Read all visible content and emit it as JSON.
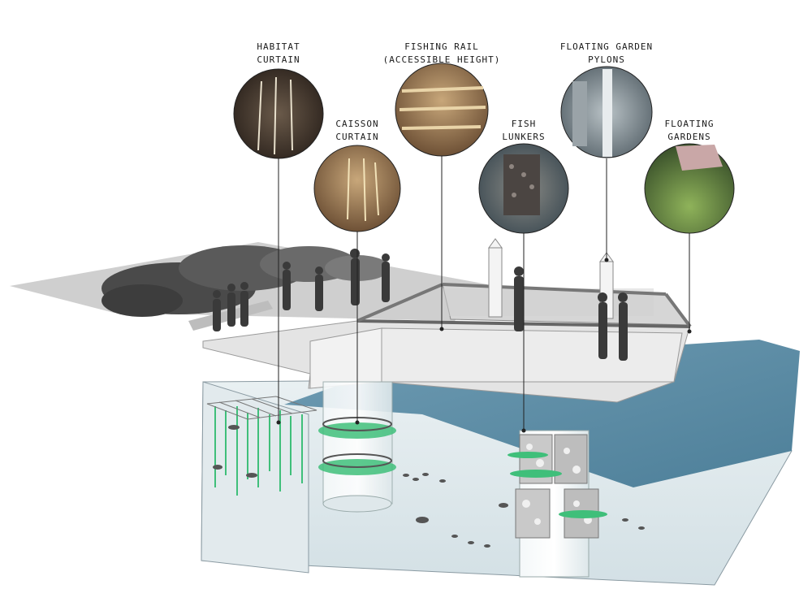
{
  "callouts": [
    {
      "id": "habitat-curtain",
      "line1": "HABITAT",
      "line2": "CURTAIN"
    },
    {
      "id": "caisson-curtain",
      "line1": "CAISSON",
      "line2": "CURTAIN"
    },
    {
      "id": "fishing-rail",
      "line1": "FISHING RAIL",
      "line2": "(ACCESSIBLE HEIGHT)"
    },
    {
      "id": "fish-lunkers",
      "line1": "FISH",
      "line2": "LUNKERS"
    },
    {
      "id": "floating-garden-pylons",
      "line1": "FLOATING GARDEN",
      "line2": "PYLONS"
    },
    {
      "id": "floating-gardens",
      "line1": "FLOATING",
      "line2": "GARDENS"
    }
  ],
  "colors": {
    "water_surface": "#5e8ea8",
    "water_deep": "#dfe9ec",
    "habitat_green": "#3fbf7a",
    "deck": "#d8d8d8",
    "ground": "#c9c9c9"
  }
}
